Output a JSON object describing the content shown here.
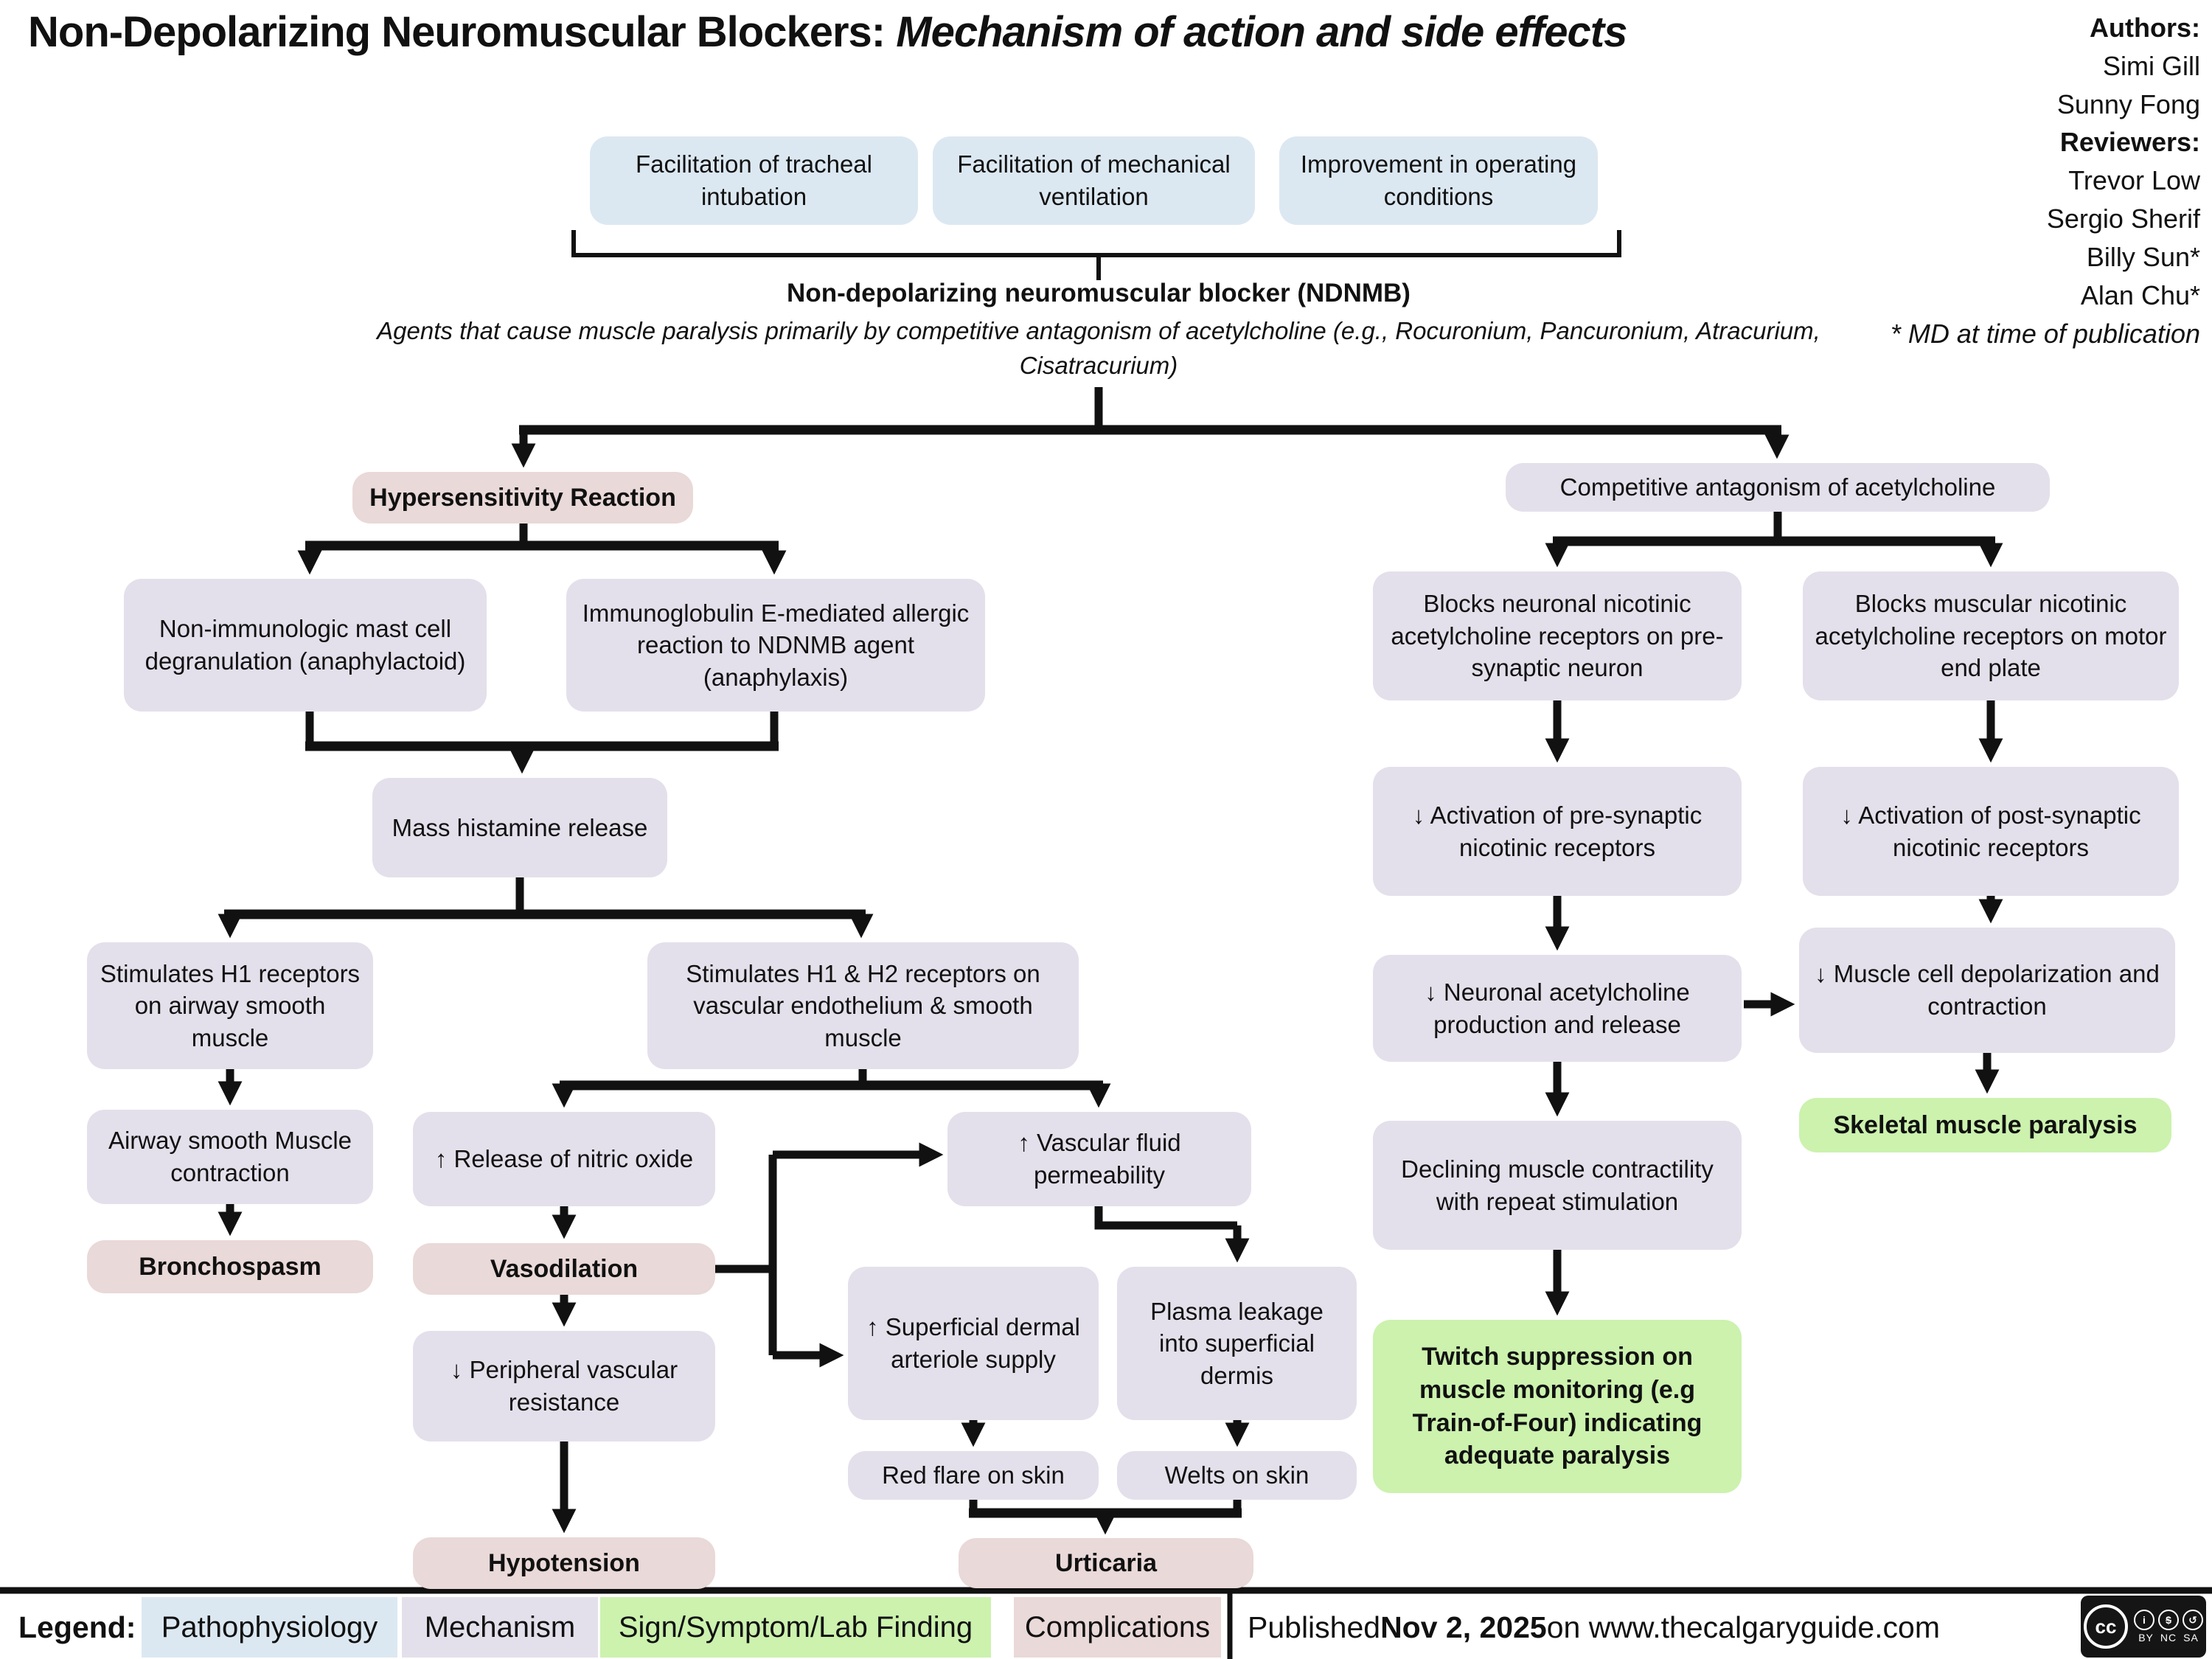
{
  "title": {
    "main": "Non-Depolarizing Neuromuscular Blockers:",
    "italic": "Mechanism of action and side effects"
  },
  "credits": {
    "authors_label": "Authors:",
    "authors": [
      "Simi Gill",
      "Sunny Fong"
    ],
    "reviewers_label": "Reviewers:",
    "reviewers": [
      "Trevor Low",
      "Sergio Sherif",
      "Billy Sun*",
      "Alan Chu*"
    ],
    "note": "* MD at time of publication"
  },
  "intro": {
    "heading": "Non-depolarizing neuromuscular blocker (NDNMB)",
    "description": "Agents that cause muscle paralysis primarily by competitive antagonism of acetylcholine (e.g., Rocuronium, Pancuronium, Atracurium, Cisatracurium)"
  },
  "nodes": {
    "facilitation_intubation": "Facilitation of tracheal intubation",
    "facilitation_ventilation": "Facilitation of mechanical ventilation",
    "operating_conditions": "Improvement in operating conditions",
    "hypersensitivity": "Hypersensitivity Reaction",
    "competitive_antagonism": "Competitive antagonism of acetylcholine",
    "non_immunologic": "Non-immunologic mast cell degranulation (anaphylactoid)",
    "immunoglobulin_e": "Immunoglobulin E-mediated allergic reaction to NDNMB agent (anaphylaxis)",
    "mass_histamine": "Mass histamine release",
    "stimulates_h1": "Stimulates H1 receptors on airway smooth muscle",
    "stimulates_h1_h2": "Stimulates H1 & H2 receptors on vascular endothelium & smooth muscle",
    "airway_contraction": "Airway smooth Muscle contraction",
    "bronchospasm": "Bronchospasm",
    "nitric_oxide": "↑ Release of nitric oxide",
    "vasodilation": "Vasodilation",
    "peripheral_resistance": "↓ Peripheral vascular resistance",
    "hypotension": "Hypotension",
    "vascular_permeability": "↑ Vascular fluid permeability",
    "dermal_arteriole": "↑ Superficial dermal arteriole supply",
    "plasma_leakage": "Plasma leakage into superficial dermis",
    "red_flare": "Red flare on skin",
    "welts": "Welts on skin",
    "urticaria": "Urticaria",
    "blocks_neuronal": "Blocks neuronal nicotinic acetylcholine receptors on pre-synaptic neuron",
    "blocks_muscular": "Blocks muscular nicotinic acetylcholine receptors on motor end plate",
    "activation_pre": "↓ Activation of pre-synaptic nicotinic receptors",
    "activation_post": "↓ Activation of post-synaptic nicotinic receptors",
    "neuronal_ach": "↓ Neuronal acetylcholine production and release",
    "muscle_cell": "↓ Muscle cell depolarization and contraction",
    "declining_contractility": "Declining muscle contractility with repeat stimulation",
    "twitch_suppression": "Twitch suppression on muscle monitoring (e.g Train-of-Four) indicating adequate paralysis",
    "skeletal_paralysis": "Skeletal muscle paralysis"
  },
  "legend": {
    "label": "Legend:",
    "items": [
      {
        "label": "Pathophysiology",
        "color": "#dce8f1"
      },
      {
        "label": "Mechanism",
        "color": "#e4e0eb"
      },
      {
        "label": "Sign/Symptom/Lab Finding",
        "color": "#ccf2ae"
      },
      {
        "label": "Complications",
        "color": "#e9d9d8"
      }
    ]
  },
  "footer": {
    "published_prefix": "Published",
    "published_date": "Nov 2, 2025",
    "published_suffix": "on www.thecalgaryguide.com",
    "license": {
      "cc": "cc",
      "by_icon": "i",
      "nc_icon": "$",
      "sa_icon": "↺",
      "by": "BY",
      "nc": "NC",
      "sa": "SA"
    }
  },
  "colors": {
    "pathophysiology": "#dce8f1",
    "mechanism": "#e4e0eb",
    "sign": "#ccf2ae",
    "complication": "#e9d9d8",
    "line": "#111111"
  }
}
